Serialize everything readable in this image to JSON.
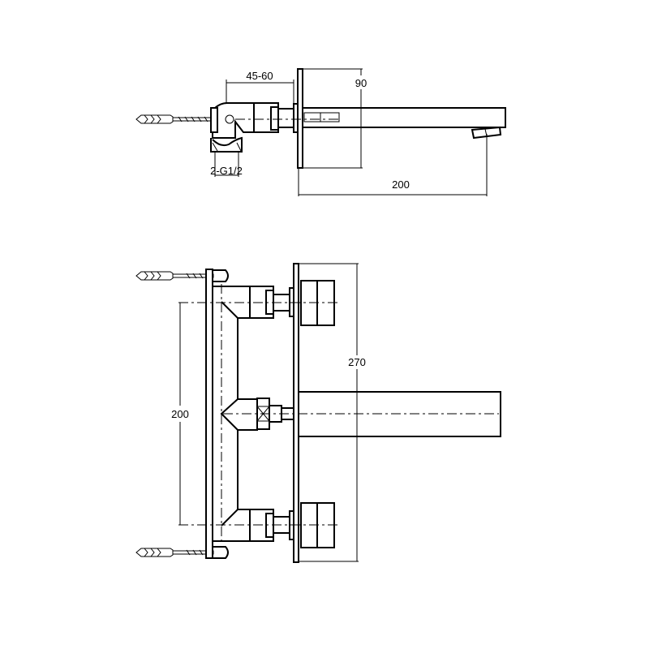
{
  "side_view": {
    "dim_depth": "45-60",
    "dim_plate_height": "90",
    "dim_spout_length": "200",
    "dim_inlet": "2-G1/2"
  },
  "front_view": {
    "dim_plate_height": "270",
    "dim_handle_spacing": "200"
  },
  "colors": {
    "line": "#000000",
    "background": "#ffffff"
  }
}
